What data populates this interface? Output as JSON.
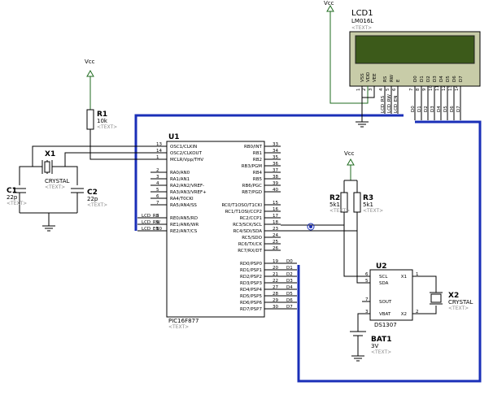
{
  "colors": {
    "wire": "#000000",
    "wire_green": "#1f6b1f",
    "bus": "#1a2fb8",
    "lcd_screen": "#3c5a1a",
    "lcd_bezel": "#c8cca8",
    "ic_body": "#ffffff",
    "text_placeholder": "#8a8a8a"
  },
  "power": {
    "vcc_label": "Vcc"
  },
  "placeholder": "<TEXT>",
  "lcd": {
    "ref": "LCD1",
    "part": "LM016L",
    "pins": [
      "VSS",
      "VDD",
      "VEE",
      "RS",
      "RW",
      "E",
      "D0",
      "D1",
      "D2",
      "D3",
      "D4",
      "D5",
      "D6",
      "D7"
    ],
    "numbers": [
      "1",
      "2",
      "3",
      "4",
      "5",
      "6",
      "7",
      "8",
      "9",
      "10",
      "11",
      "12",
      "13",
      "14"
    ],
    "net_left": [
      "LCD_RS",
      "LCD_RW",
      "LCD_EN"
    ],
    "net_data": [
      "D0",
      "D1",
      "D2",
      "D3",
      "D4",
      "D5",
      "D6",
      "D7"
    ]
  },
  "r1": {
    "ref": "R1",
    "value": "10k"
  },
  "x1": {
    "ref": "X1",
    "value": "CRYSTAL"
  },
  "c1": {
    "ref": "C1",
    "value": "22p"
  },
  "c2": {
    "ref": "C2",
    "value": "22p"
  },
  "r2": {
    "ref": "R2",
    "value": "5k1"
  },
  "r3": {
    "ref": "R3",
    "value": "5k1"
  },
  "u1": {
    "ref": "U1",
    "part": "PIC16F877",
    "left_pins": [
      {
        "num": "13",
        "name": "OSC1/CLKIN"
      },
      {
        "num": "14",
        "name": "OSC2/CLKOUT"
      },
      {
        "num": "1",
        "name": "MCLR/Vpp/THV"
      },
      {
        "num": "2",
        "name": "RA0/AN0"
      },
      {
        "num": "3",
        "name": "RA1/AN1"
      },
      {
        "num": "4",
        "name": "RA2/AN2/VREF-"
      },
      {
        "num": "5",
        "name": "RA3/AN3/VREF+"
      },
      {
        "num": "6",
        "name": "RA4/T0CKI"
      },
      {
        "num": "7",
        "name": "RA5/AN4/SS"
      },
      {
        "num": "8",
        "name": "RE0/AN5/RD"
      },
      {
        "num": "9",
        "name": "RE1/AN6/WR"
      },
      {
        "num": "10",
        "name": "RE2/AN7/CS"
      }
    ],
    "right_pins": [
      {
        "num": "33",
        "name": "RB0/INT"
      },
      {
        "num": "34",
        "name": "RB1"
      },
      {
        "num": "35",
        "name": "RB2"
      },
      {
        "num": "36",
        "name": "RB3/PGM"
      },
      {
        "num": "37",
        "name": "RB4"
      },
      {
        "num": "38",
        "name": "RB5"
      },
      {
        "num": "39",
        "name": "RB6/PGC"
      },
      {
        "num": "40",
        "name": "RB7/PGD"
      },
      {
        "num": "15",
        "name": "RC0/T1OSO/T1CKI"
      },
      {
        "num": "16",
        "name": "RC1/T1OSI/CCP2"
      },
      {
        "num": "17",
        "name": "RC2/CCP1"
      },
      {
        "num": "18",
        "name": "RC3/SCK/SCL"
      },
      {
        "num": "23",
        "name": "RC4/SDI/SDA"
      },
      {
        "num": "24",
        "name": "RC5/SDO"
      },
      {
        "num": "25",
        "name": "RC6/TX/CK"
      },
      {
        "num": "26",
        "name": "RC7/RX/DT"
      },
      {
        "num": "19",
        "name": "RD0/PSP0"
      },
      {
        "num": "20",
        "name": "RD1/PSP1"
      },
      {
        "num": "21",
        "name": "RD2/PSP2"
      },
      {
        "num": "22",
        "name": "RD3/PSP3"
      },
      {
        "num": "27",
        "name": "RD4/PSP4"
      },
      {
        "num": "28",
        "name": "RD5/PSP5"
      },
      {
        "num": "29",
        "name": "RD6/PSP6"
      },
      {
        "num": "30",
        "name": "RD7/PSP7"
      }
    ],
    "net_left": [
      "LCD_RS",
      "LCD_RW",
      "LCD_EN"
    ],
    "net_data": [
      "D0",
      "D1",
      "D2",
      "D3",
      "D4",
      "D5",
      "D6",
      "D7"
    ]
  },
  "u2": {
    "ref": "U2",
    "part": "DS1307",
    "pins": [
      {
        "num": "6",
        "name": "SCL"
      },
      {
        "num": "5",
        "name": "SDA"
      },
      {
        "num": "7",
        "name": "SOUT"
      },
      {
        "num": "3",
        "name": "VBAT"
      },
      {
        "num": "1",
        "name": "X1"
      },
      {
        "num": "2",
        "name": "X2"
      }
    ]
  },
  "x2": {
    "ref": "X2",
    "value": "CRYSTAL"
  },
  "bat1": {
    "ref": "BAT1",
    "value": "3V"
  }
}
